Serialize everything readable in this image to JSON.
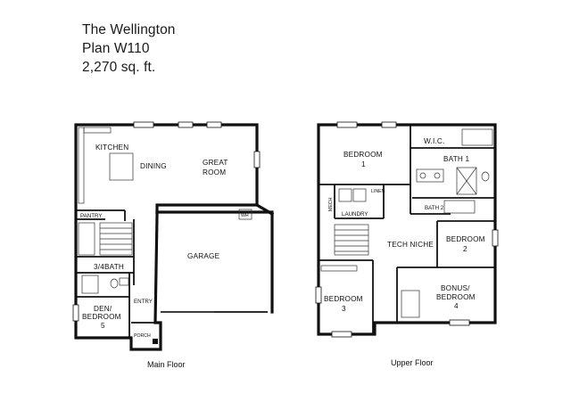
{
  "header": {
    "plan_name": "The Wellington",
    "plan_code": "Plan W110",
    "area": "2,270 sq. ft."
  },
  "main_floor": {
    "caption": "Main Floor",
    "rooms": {
      "kitchen": "KITCHEN",
      "dining": "DINING",
      "great_room_1": "GREAT",
      "great_room_2": "ROOM",
      "pantry": "PANTRY",
      "wh": "WH",
      "garage": "GARAGE",
      "bath": "3/4BATH",
      "den_1": "DEN/",
      "den_2": "BEDROOM",
      "den_3": "5",
      "entry": "ENTRY",
      "porch": "PORCH"
    }
  },
  "upper_floor": {
    "caption": "Upper Floor",
    "rooms": {
      "bedroom1_1": "BEDROOM",
      "bedroom1_2": "1",
      "wic": "W.I.C.",
      "bath1": "BATH 1",
      "linen": "LINEN",
      "mech": "MECH",
      "laundry": "LAUNDRY",
      "bath2": "BATH 2",
      "tech_niche": "TECH NICHE",
      "bedroom2_1": "BEDROOM",
      "bedroom2_2": "2",
      "bedroom3_1": "BEDROOM",
      "bedroom3_2": "3",
      "bonus_1": "BONUS/",
      "bonus_2": "BEDROOM",
      "bonus_3": "4"
    }
  }
}
